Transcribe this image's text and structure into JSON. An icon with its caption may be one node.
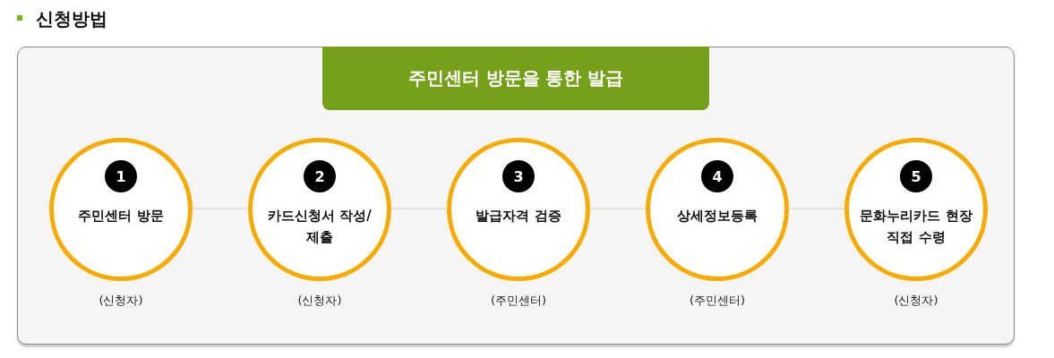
{
  "diagram": {
    "title": "신청방법",
    "nodes": [
      {
        "text": [
          "주민센터 방문을 통한 발급"
        ]
      },
      {
        "text": [
          "1",
          "주민센터 방문"
        ],
        "in": 0,
        "beside": [
          "(신청자)"
        ]
      },
      {
        "text": [
          "2",
          "카드신청서 작성/제출"
        ],
        "in": 0,
        "beside": [
          "(신청자)"
        ]
      },
      {
        "text": [
          "3",
          "발급자격 검증"
        ],
        "in": 0,
        "beside": [
          "(주민센터)"
        ]
      },
      {
        "text": [
          "4",
          "상세정보등록"
        ],
        "in": 0,
        "beside": [
          "(주민센터)"
        ]
      },
      {
        "text": [
          "5",
          "문화누리카드 현장 직접 수령"
        ],
        "in": 0,
        "beside": [
          "(신청자)"
        ]
      }
    ],
    "edges": [
      {
        "from": 1,
        "to": 2,
        "arrow": "none"
      },
      {
        "from": 2,
        "to": 3,
        "arrow": "none"
      },
      {
        "from": 3,
        "to": 4,
        "arrow": "none"
      },
      {
        "from": 4,
        "to": 5,
        "arrow": "none"
      }
    ]
  }
}
